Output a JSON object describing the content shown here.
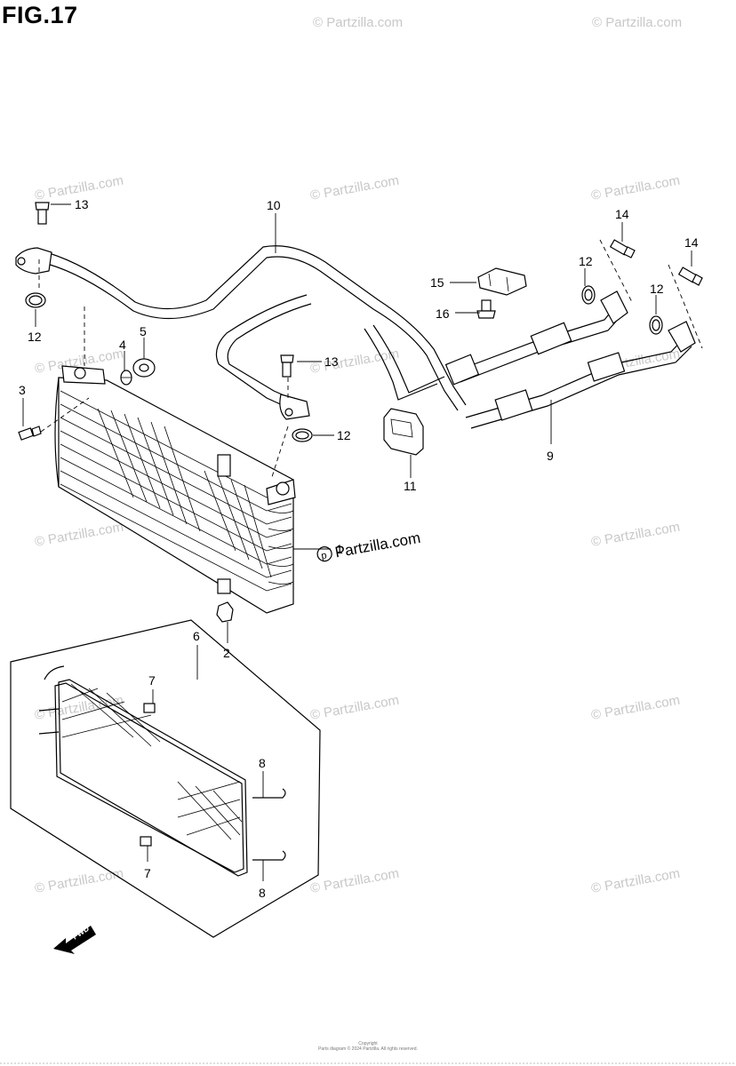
{
  "figure": {
    "title": "FIG.17"
  },
  "watermark": {
    "text": "© Partzilla.com",
    "center_text": "Partzilla.com"
  },
  "callouts": {
    "c1": "1",
    "c2": "2",
    "c3": "3",
    "c4": "4",
    "c5": "5",
    "c6": "6",
    "c7a": "7",
    "c7b": "7",
    "c8a": "8",
    "c8b": "8",
    "c9": "9",
    "c10": "10",
    "c11": "11",
    "c12a": "12",
    "c12b": "12",
    "c12c": "12",
    "c12d": "12",
    "c13a": "13",
    "c13b": "13",
    "c14a": "14",
    "c14b": "14",
    "c15": "15",
    "c16": "16"
  },
  "fwd_label": "FWD",
  "footer": {
    "line1": "Copyright",
    "line2": "Parts diagram © 2024 Partzilla. All rights reserved."
  }
}
